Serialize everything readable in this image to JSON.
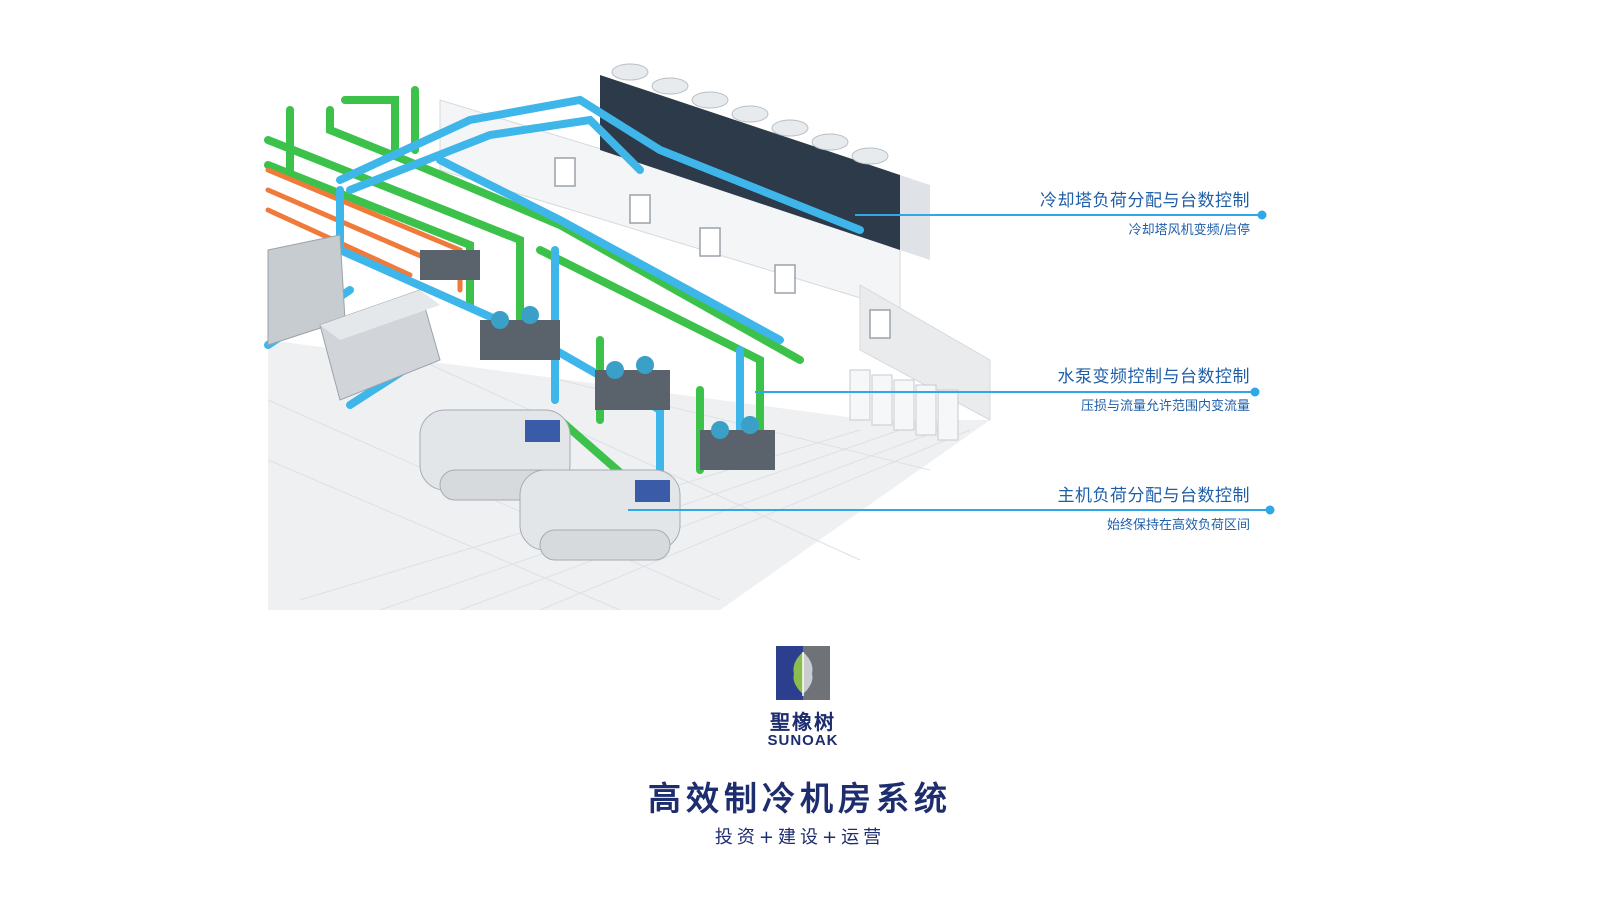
{
  "callouts": [
    {
      "title": "冷却塔负荷分配与台数控制",
      "subtitle": "冷却塔风机变频/启停"
    },
    {
      "title": "水泵变频控制与台数控制",
      "subtitle": "压损与流量允许范围内变流量"
    },
    {
      "title": "主机负荷分配与台数控制",
      "subtitle": "始终保持在高效负荷区间"
    }
  ],
  "brand": {
    "name_cn": "聖橡树",
    "name_en": "SUNOAK"
  },
  "headline": {
    "title": "高效制冷机房系统",
    "subtitle": "投资+建设+运营"
  },
  "colors": {
    "accent": "#2ea8e6",
    "pipe_green": "#3cc24a",
    "pipe_orange": "#f07a3a",
    "brand_navy": "#1e2d6e"
  },
  "icons": [
    "sunoak-leaf-logo"
  ]
}
